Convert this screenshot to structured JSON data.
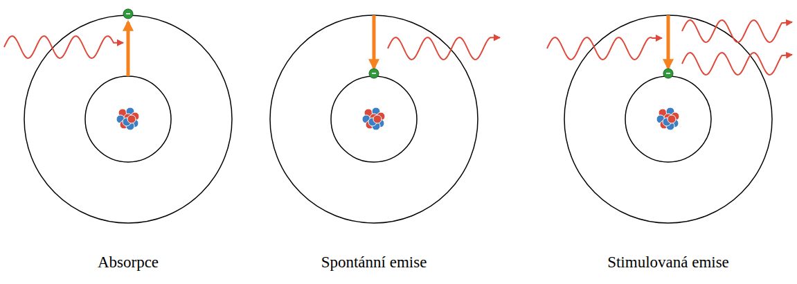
{
  "diagram": {
    "labels": [
      "Absorpce",
      "Spontánní emise",
      "Stimulovaná emise"
    ]
  }
}
